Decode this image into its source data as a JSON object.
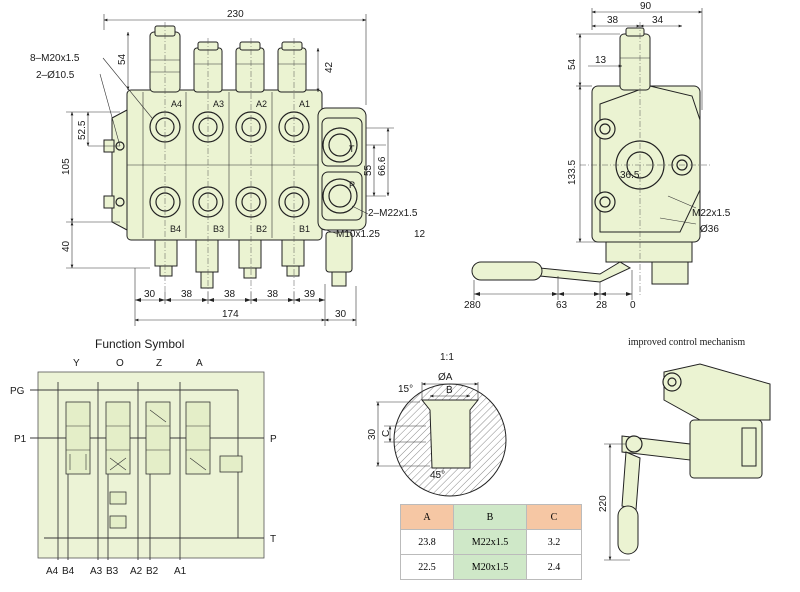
{
  "front_view": {
    "dims": {
      "overall_width": "230",
      "top_height": "54",
      "handle_offset": "42",
      "left_upper": "52.5",
      "left_total": "105",
      "left_lower": "40",
      "right_a": "55",
      "right_b": "66.6",
      "bottom_pitches": [
        "30",
        "38",
        "38",
        "38",
        "39"
      ],
      "bottom_total": "174",
      "bottom_end": "30",
      "right_small": "12"
    },
    "callouts": {
      "tapped_holes": "8–M20x1.5",
      "mount_holes": "2–Ø10.5",
      "inlet_ports": "2–M22x1.5",
      "relief": "M10x1.25"
    },
    "port_letters": {
      "top": [
        "A4",
        "A3",
        "A2",
        "A1"
      ],
      "bottom": [
        "B4",
        "B3",
        "B2",
        "B1"
      ],
      "t_port": "T",
      "p_port": "P"
    }
  },
  "side_view": {
    "dims": {
      "top_width": "90",
      "top_left": "38",
      "top_right": "34",
      "small": "13",
      "height_top": "54",
      "height_body": "133.5",
      "inner": "36.5",
      "lever": "280",
      "lever_b": "63",
      "lever_c": "28",
      "lever_d": "0"
    },
    "callouts": {
      "thread": "M22x1.5",
      "bore": "Ø36"
    }
  },
  "function_symbol": {
    "title": "Function Symbol",
    "top_letters": [
      "Y",
      "O",
      "Z",
      "A"
    ],
    "left_labels": [
      "PG",
      "P1"
    ],
    "right_labels": [
      "P",
      "T"
    ],
    "bottom_labels": [
      "A4",
      "B4",
      "A3",
      "B3",
      "A2",
      "B2",
      "A1"
    ]
  },
  "section_detail": {
    "scale": "1:1",
    "dia_a": "ØA",
    "b": "B",
    "angle_top": "15°",
    "angle_bottom": "45°",
    "c": "C",
    "depth": "30"
  },
  "port_table": {
    "headers": [
      "A",
      "B",
      "C"
    ],
    "rows": [
      [
        "23.8",
        "M22x1.5",
        "3.2"
      ],
      [
        "22.5",
        "M20x1.5",
        "2.4"
      ]
    ]
  },
  "improved": {
    "title": "improved control mechanism",
    "dim": "220"
  },
  "colors": {
    "body_fill": "#ebf3d2",
    "table_header": "#f6c7a4",
    "table_green": "#cfe8c8",
    "line": "#222222"
  }
}
